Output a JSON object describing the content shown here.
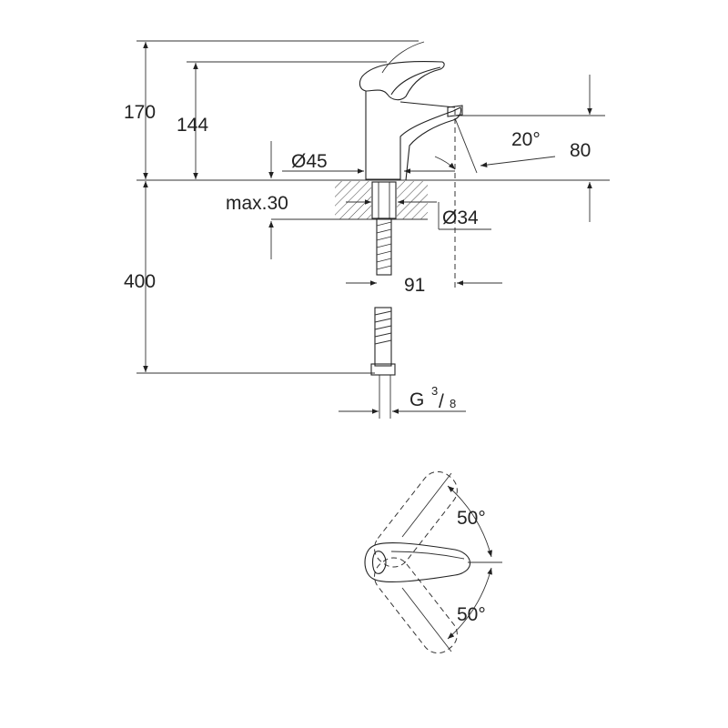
{
  "dimensions": {
    "height_total": "170",
    "height_spout": "144",
    "outlet_diameter": "Ø45",
    "spout_angle": "20°",
    "spout_reach": "80",
    "max_deck_thickness": "max.30",
    "hole_diameter": "Ø34",
    "hose_length": "400",
    "reach_center": "91",
    "thread_main": "G",
    "thread_num": "3",
    "thread_den": "8"
  },
  "handle_rotation": {
    "upper_angle": "50°",
    "lower_angle": "50°"
  }
}
